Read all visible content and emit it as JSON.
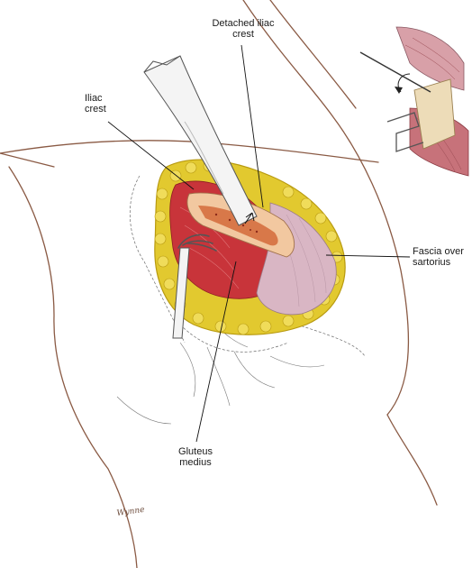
{
  "labels": {
    "detached_iliac_crest": "Detached iliac\ncrest",
    "iliac_crest": "Iliac\ncrest",
    "fascia_over_sartorius": "Fascia over\nsartorius",
    "gluteus_medius": "Gluteus\nmedius"
  },
  "signature": "Wynne",
  "colors": {
    "skin_outline": "#8a5a44",
    "fat": "#e2c92f",
    "fat_dark": "#b89a10",
    "muscle": "#c8343a",
    "bone_cortex": "#f2c8a0",
    "bone_marrow": "#d46a3a",
    "fascia": "#d9b6c4",
    "instrument": "#f4f4f4",
    "instrument_outline": "#555555",
    "leader_line": "#111111"
  }
}
